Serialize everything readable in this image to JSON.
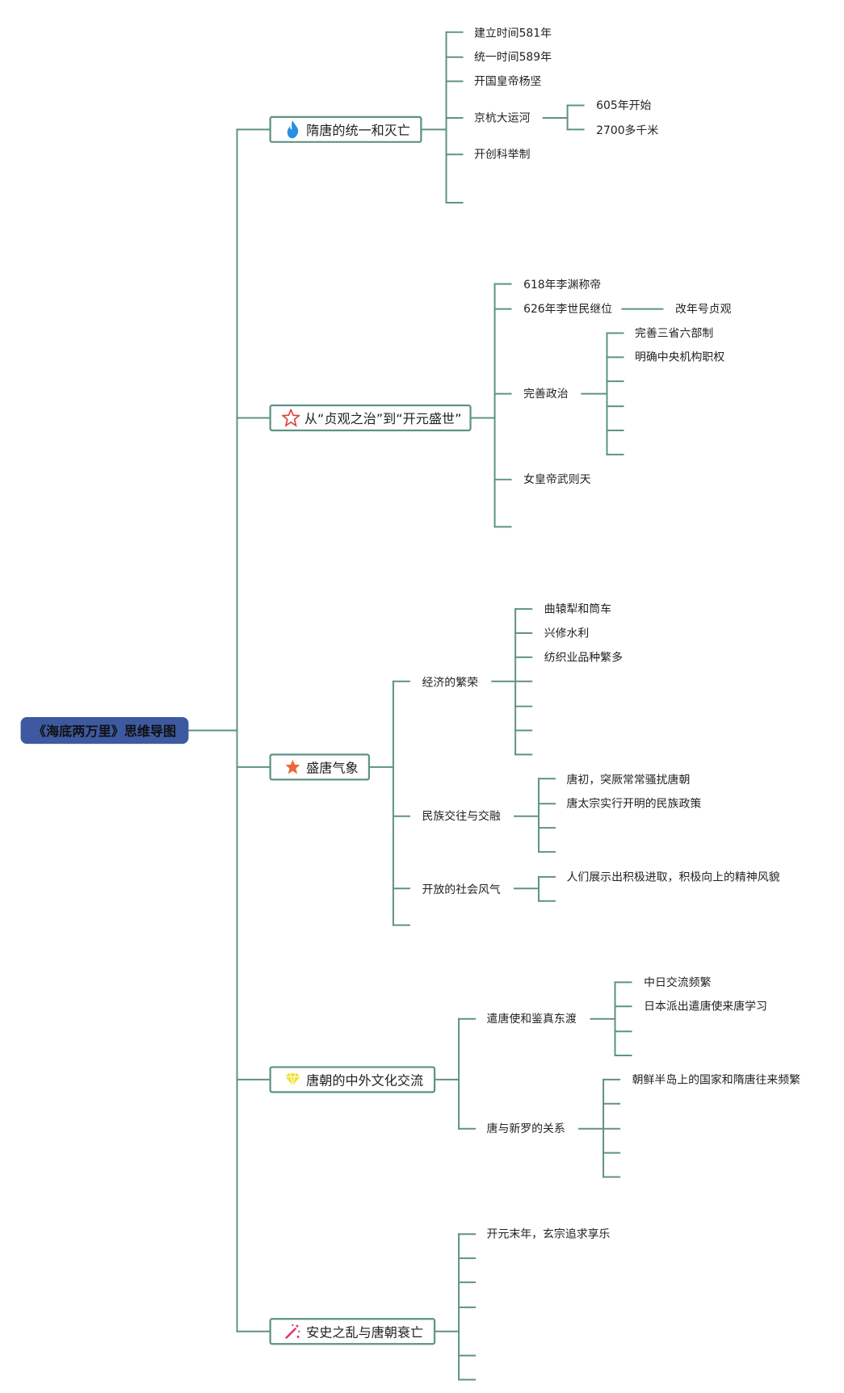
{
  "root": {
    "title": "《海底两万里》思维导图"
  },
  "colors": {
    "line": "#5e9383",
    "root_bg": "#3d5aa1",
    "fire": "#2a8fe0",
    "star_outline": "#e0403a",
    "star_fill": "#e8683a",
    "diamond": "#f2e13a",
    "wand": "#e0306a"
  },
  "branches": [
    {
      "label": "隋唐的统一和灭亡",
      "icon": "fire-icon",
      "items": [
        "建立时间581年",
        "统一时间589年",
        "开国皇帝杨坚",
        "京杭大运河",
        "开创科举制"
      ],
      "sub": {
        "canal": [
          "605年开始",
          "2700多千米"
        ]
      }
    },
    {
      "label": "从“贞观之治”到“开元盛世”",
      "icon": "star-outline-icon",
      "items": [
        "618年李渊称帝",
        "626年李世民继位",
        "完善政治",
        "女皇帝武则天"
      ],
      "sub": {
        "reign": [
          "改年号贞观"
        ],
        "politics": [
          "完善三省六部制",
          "明确中央机构职权"
        ]
      }
    },
    {
      "label": "盛唐气象",
      "icon": "star-icon",
      "items": [
        "经济的繁荣",
        "民族交往与交融",
        "开放的社会风气"
      ],
      "sub": {
        "economy": [
          "曲辕犁和筒车",
          "兴修水利",
          "纺织业品种繁多"
        ],
        "ethnic": [
          "唐初，突厥常常骚扰唐朝",
          "唐太宗实行开明的民族政策"
        ],
        "society": [
          "人们展示出积极进取，积极向上的精神风貌"
        ]
      }
    },
    {
      "label": "唐朝的中外文化交流",
      "icon": "diamond-icon",
      "items": [
        "遣唐使和鉴真东渡",
        "唐与新罗的关系"
      ],
      "sub": {
        "japan": [
          "中日交流频繁",
          "日本派出遣唐使来唐学习"
        ],
        "silla": [
          "朝鲜半岛上的国家和隋唐往来频繁"
        ]
      }
    },
    {
      "label": "安史之乱与唐朝衰亡",
      "icon": "magic-wand-icon",
      "items": [
        "开元末年，玄宗追求享乐"
      ]
    }
  ]
}
